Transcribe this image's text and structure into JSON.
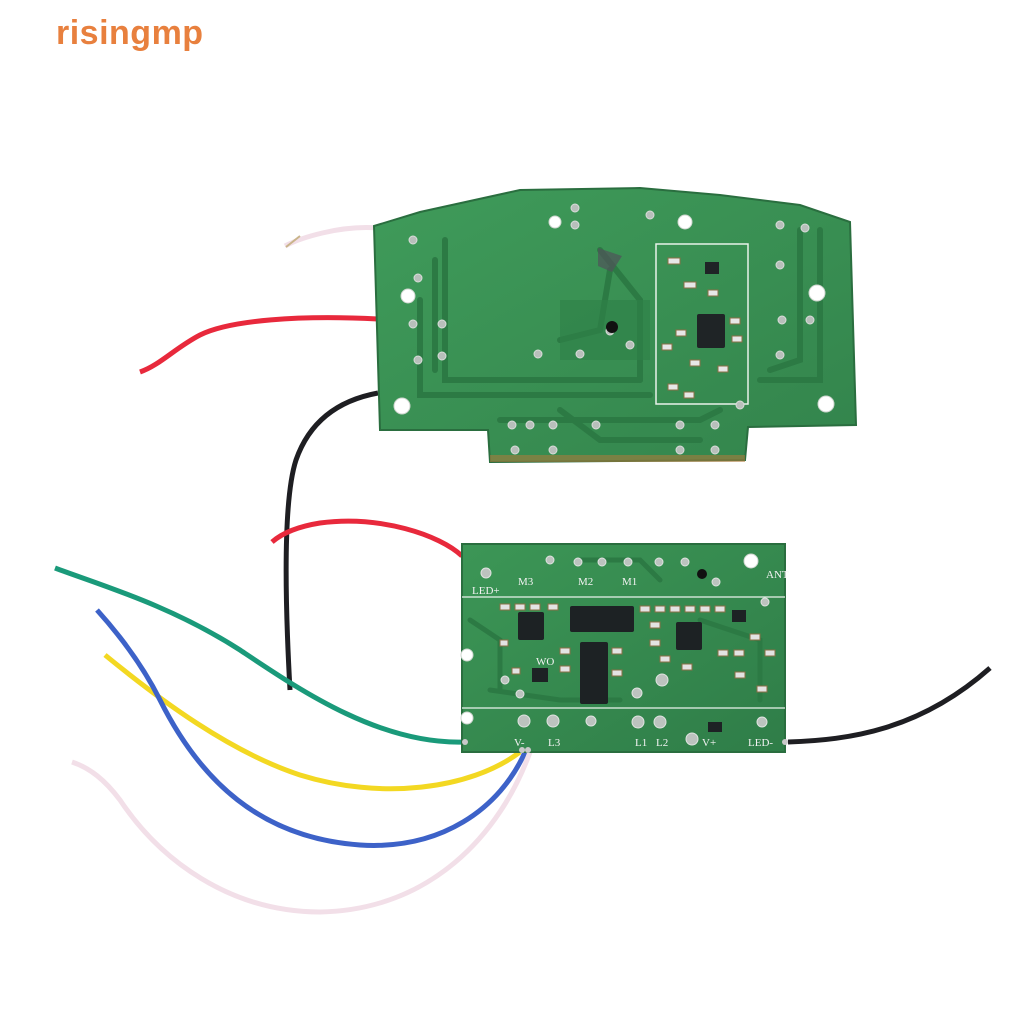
{
  "brand": {
    "text": "risingmp",
    "color": "#e8803e"
  },
  "photo": {
    "board_color": "#3b9455",
    "wire_colors": {
      "red": "#e8293c",
      "black": "#1e1e22",
      "green": "#1a9a7a",
      "yellow": "#f3d822",
      "blue": "#3d62c8",
      "white": "#f2dfe8",
      "enamel": "#c9b48a"
    },
    "receiver_labels": {
      "led_plus": "LED+",
      "m3": "M3",
      "m2": "M2",
      "m1": "M1",
      "ant": "ANT",
      "v_minus": "V-",
      "l3": "L3",
      "l1": "L1",
      "l2": "L2",
      "v_plus": "V+",
      "led_minus": "LED-",
      "wo": "WO"
    }
  }
}
